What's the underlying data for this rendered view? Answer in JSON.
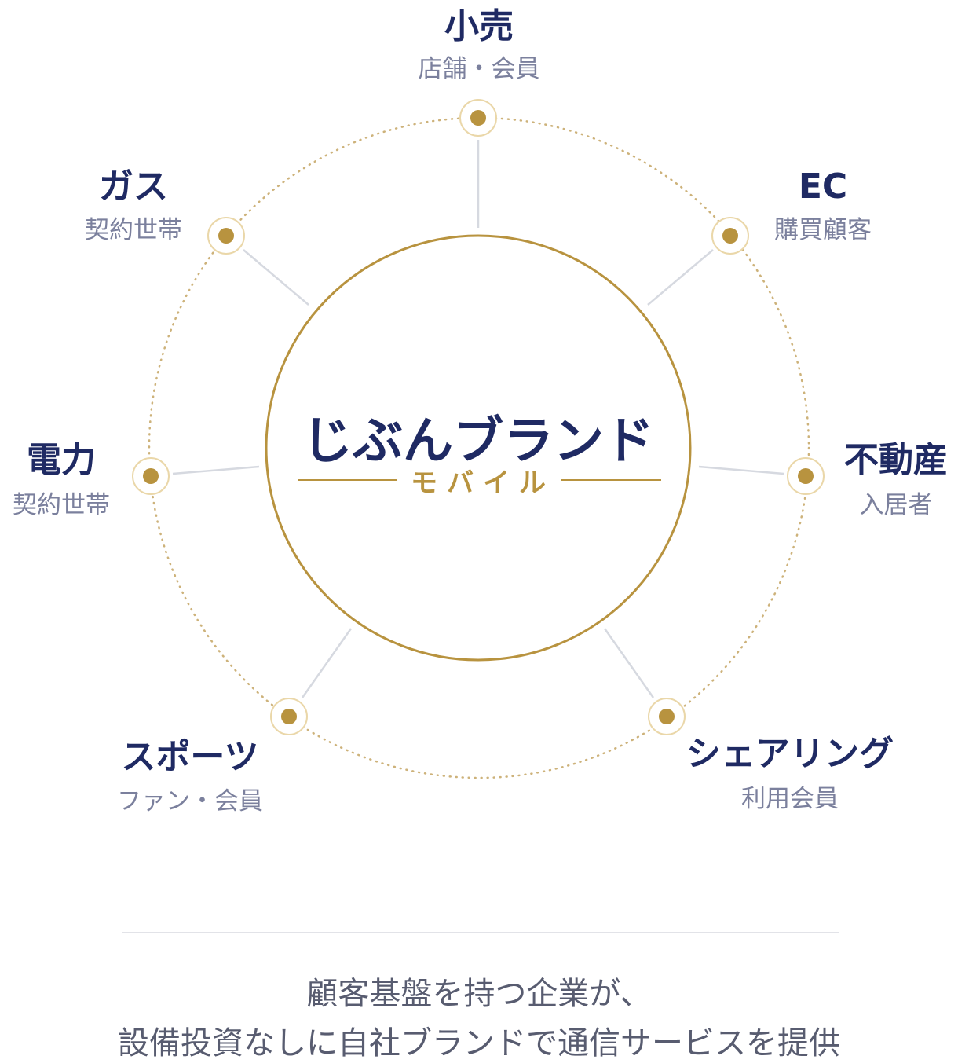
{
  "center": {
    "brand_main": "じぶんブランド",
    "brand_sub": "モバイル"
  },
  "nodes": [
    {
      "id": "retail",
      "title": "小売",
      "subtitle": "店舗・会員"
    },
    {
      "id": "ec",
      "title": "EC",
      "subtitle": "購買顧客"
    },
    {
      "id": "realestate",
      "title": "不動産",
      "subtitle": "入居者"
    },
    {
      "id": "sharing",
      "title": "シェアリング",
      "subtitle": "利用会員"
    },
    {
      "id": "sports",
      "title": "スポーツ",
      "subtitle": "ファン・会員"
    },
    {
      "id": "power",
      "title": "電力",
      "subtitle": "契約世帯"
    },
    {
      "id": "gas",
      "title": "ガス",
      "subtitle": "契約世帯"
    }
  ],
  "caption": {
    "line1": "顧客基盤を持つ企業が、",
    "line2": "設備投資なしに自社ブランドで通信サービスを提供"
  },
  "colors": {
    "navy": "#1f2a63",
    "gold": "#b8933f",
    "subtitle_gray": "#7b809d",
    "connector_gray": "#d6d9e0",
    "caption_gray": "#585c70"
  }
}
